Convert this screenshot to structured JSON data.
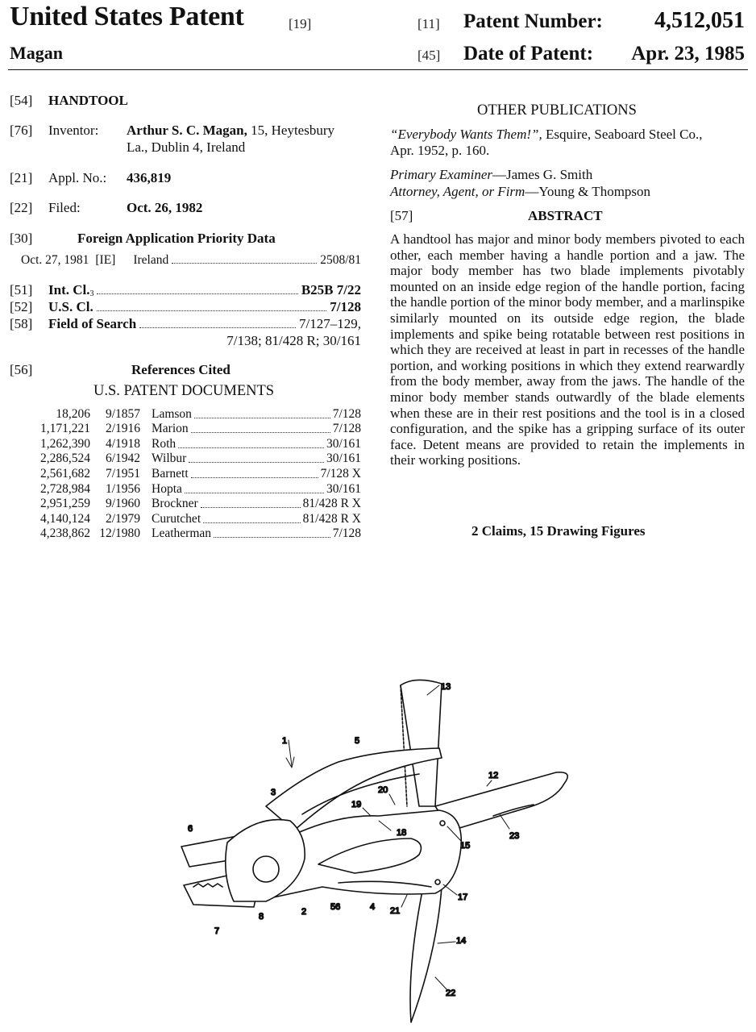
{
  "header": {
    "title": "United States Patent",
    "title_code": "[19]",
    "inventor_surname": "Magan",
    "patent_number_code": "[11]",
    "patent_number_label": "Patent Number:",
    "patent_number": "4,512,051",
    "date_code": "[45]",
    "date_label": "Date of Patent:",
    "date": "Apr. 23, 1985"
  },
  "fields": {
    "title": {
      "code": "[54]",
      "value": "HANDTOOL"
    },
    "inventor": {
      "code": "[76]",
      "label": "Inventor:",
      "name": "Arthur S. C. Magan,",
      "address1": "15, Heytesbury",
      "address2": "La., Dublin 4, Ireland"
    },
    "appl_no": {
      "code": "[21]",
      "label": "Appl. No.:",
      "value": "436,819"
    },
    "filed": {
      "code": "[22]",
      "label": "Filed:",
      "value": "Oct. 26, 1982"
    },
    "priority": {
      "code": "[30]",
      "heading": "Foreign Application Priority Data",
      "date": "Oct. 27, 1981",
      "country_code": "[IE]",
      "country": "Ireland",
      "number": "2508/81"
    },
    "int_cl": {
      "code": "[51]",
      "label": "Int. Cl.",
      "superscript": "3",
      "value": "B25B 7/22"
    },
    "us_cl": {
      "code": "[52]",
      "label": "U.S. Cl.",
      "value": "7/128"
    },
    "field_of_search": {
      "code": "[58]",
      "label": "Field of Search",
      "value1": "7/127–129,",
      "value2": "7/138; 81/428 R; 30/161"
    }
  },
  "references": {
    "code": "[56]",
    "heading": "References Cited",
    "subheading": "U.S. PATENT DOCUMENTS",
    "rows": [
      {
        "number": "18,206",
        "date": "9/1857",
        "name": "Lamson",
        "class": "7/128"
      },
      {
        "number": "1,171,221",
        "date": "2/1916",
        "name": "Marion",
        "class": "7/128"
      },
      {
        "number": "1,262,390",
        "date": "4/1918",
        "name": "Roth",
        "class": "30/161"
      },
      {
        "number": "2,286,524",
        "date": "6/1942",
        "name": "Wilbur",
        "class": "30/161"
      },
      {
        "number": "2,561,682",
        "date": "7/1951",
        "name": "Barnett",
        "class": "7/128 X"
      },
      {
        "number": "2,728,984",
        "date": "1/1956",
        "name": "Hopta",
        "class": "30/161"
      },
      {
        "number": "2,951,259",
        "date": "9/1960",
        "name": "Brockner",
        "class": "81/428 R X"
      },
      {
        "number": "4,140,124",
        "date": "2/1979",
        "name": "Curutchet",
        "class": "81/428 R X"
      },
      {
        "number": "4,238,862",
        "date": "12/1980",
        "name": "Leatherman",
        "class": "7/128"
      }
    ]
  },
  "other_publications": {
    "heading": "OTHER PUBLICATIONS",
    "citation_title": "“Everybody Wants Them!”,",
    "citation_rest1": "Esquire, Seaboard Steel Co.,",
    "citation_rest2": "Apr. 1952, p. 160."
  },
  "examiners": {
    "primary_label": "Primary Examiner",
    "primary": "—James G. Smith",
    "attorney_label": "Attorney, Agent, or Firm",
    "attorney": "—Young & Thompson"
  },
  "abstract": {
    "code": "[57]",
    "heading": "ABSTRACT",
    "text": "A handtool has major and minor body members pivoted to each other, each member having a handle portion and a jaw. The major body member has two blade implements pivotably mounted on an inside edge region of the handle portion, facing the handle portion of the minor body member, and a marlinspike similarly mounted on its outside edge region, the blade implements and spike being rotatable between rest positions in which they are received at least in part in recesses of the handle portion, and working positions in which they extend rearwardly from the body member, away from the jaws. The handle of the minor body member stands outwardly of the blade elements when these are in their rest positions and the tool is in a closed configuration, and the spike has a gripping surface of its outer face. Detent means are provided to retain the implements in their working positions."
  },
  "claims_line": "2 Claims, 15 Drawing Figures",
  "drawing": {
    "labels": {
      "l1": "1",
      "l2": "2",
      "l3": "3",
      "l4": "4",
      "l5": "5",
      "l6": "6",
      "l7": "7",
      "l8": "8",
      "l12": "12",
      "l13": "13",
      "l14": "14",
      "l15": "15",
      "l17": "17",
      "l18": "18",
      "l19": "19",
      "l20": "20",
      "l21": "21",
      "l22": "22",
      "l23": "23",
      "l56": "56"
    }
  }
}
